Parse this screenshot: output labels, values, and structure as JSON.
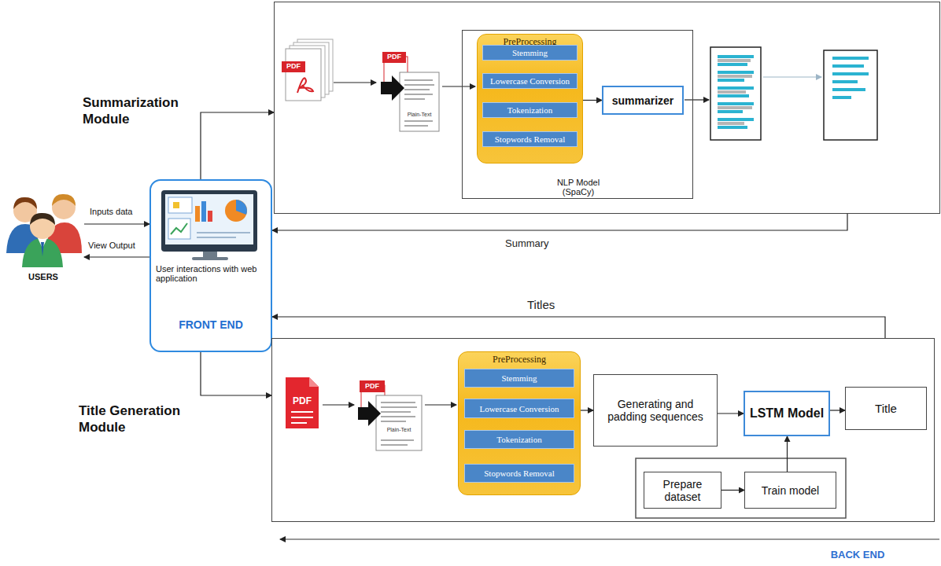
{
  "diagram": {
    "nodes": [
      {
        "text": [
          "Summarization Module"
        ]
      },
      {
        "text": [
          "NLP Model (SpaCy)"
        ],
        "in": 0
      },
      {
        "text": [
          "PreProcessing"
        ],
        "in": 1
      },
      {
        "text": [
          "Stemming"
        ],
        "in": 2
      },
      {
        "text": [
          "Lowercase Conversion"
        ],
        "in": 2
      },
      {
        "text": [
          "Tokenization"
        ],
        "in": 2
      },
      {
        "text": [
          "Stopwords Removal"
        ],
        "in": 2
      },
      {
        "text": [
          "summarizer"
        ],
        "in": 1
      },
      {
        "text": [
          "USERS"
        ]
      },
      {
        "text": [
          "User interactions with web application",
          "FRONT END"
        ]
      },
      {
        "text": [
          "Title Generation Module"
        ]
      },
      {
        "text": [
          "PreProcessing"
        ],
        "in": 10
      },
      {
        "text": [
          "Stemming"
        ],
        "in": 11
      },
      {
        "text": [
          "Lowercase Conversion"
        ],
        "in": 11
      },
      {
        "text": [
          "Tokenization"
        ],
        "in": 11
      },
      {
        "text": [
          "Stopwords Removal"
        ],
        "in": 11
      },
      {
        "text": [
          "Generating and padding sequences"
        ],
        "in": 10
      },
      {
        "text": [
          "LSTM Model"
        ],
        "in": 10
      },
      {
        "text": [
          "Title"
        ],
        "in": 10
      },
      {
        "text": [
          "Prepare dataset"
        ],
        "in": 10
      },
      {
        "text": [
          "Train model"
        ],
        "in": 10
      }
    ],
    "edges": [
      {
        "from": 8,
        "to": 9,
        "arrow": "to",
        "label": "Inputs data"
      },
      {
        "from": 9,
        "to": 8,
        "arrow": "to",
        "label": "View Output"
      },
      {
        "from": 9,
        "to": 0,
        "arrow": "to"
      },
      {
        "from": 9,
        "to": 10,
        "arrow": "to"
      },
      {
        "from": 0,
        "to": 9,
        "arrow": "to",
        "label": "Summary"
      },
      {
        "from": 10,
        "to": 9,
        "arrow": "to",
        "label": "Titles"
      },
      {
        "from": 2,
        "to": 7,
        "arrow": "to"
      },
      {
        "from": 11,
        "to": 16,
        "arrow": "to"
      },
      {
        "from": 16,
        "to": 17,
        "arrow": "to"
      },
      {
        "from": 17,
        "to": 18,
        "arrow": "to"
      },
      {
        "from": 19,
        "to": 20,
        "arrow": "to"
      },
      {
        "from": 20,
        "to": 17,
        "arrow": "to"
      }
    ],
    "labels": [
      "PDF",
      "PDF",
      "Plain-Text",
      "PDF",
      "PDF",
      "Plain-Text",
      "BACK END"
    ]
  }
}
